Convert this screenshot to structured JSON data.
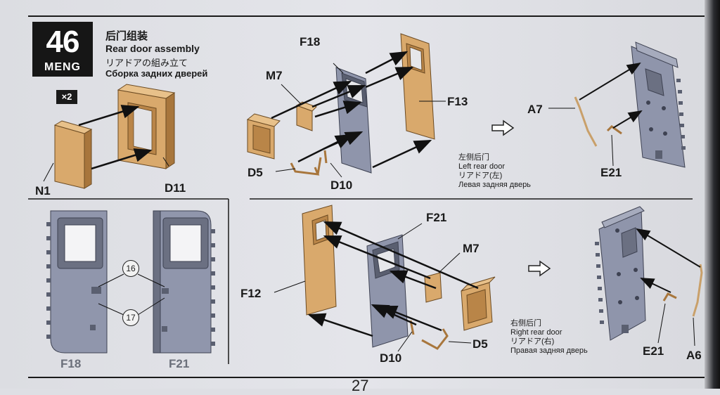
{
  "step": {
    "number": "46",
    "brand": "MENG"
  },
  "title": {
    "zh": "后门组装",
    "en": "Rear door assembly",
    "ja": "リアドアの組み立て",
    "ru": "Сборка задних дверей"
  },
  "quantity_badge": "×2",
  "labels": {
    "n1": "N1",
    "d11": "D11",
    "f18": "F18",
    "m7": "M7",
    "f13": "F13",
    "d5": "D5",
    "d10": "D10",
    "a7": "A7",
    "e21": "E21",
    "f21": "F21",
    "f12": "F12",
    "a6": "A6"
  },
  "detail_labels": {
    "f18": "F18",
    "f21": "F21",
    "c16": "16",
    "c17": "17"
  },
  "left_door": {
    "zh": "左侧后门",
    "en": "Left rear door",
    "ja": "リアドア(左)",
    "ru": "Левая задняя дверь"
  },
  "right_door": {
    "zh": "右侧后门",
    "en": "Right rear door",
    "ja": "リアドア(右)",
    "ru": "Правая задняя дверь"
  },
  "page_number": "27",
  "colors": {
    "tan": "#d9a96c",
    "tan_dark": "#a8763c",
    "grey_part": "#8f95ab",
    "grey_dark": "#5a5f70",
    "ink": "#1a1a1a"
  }
}
